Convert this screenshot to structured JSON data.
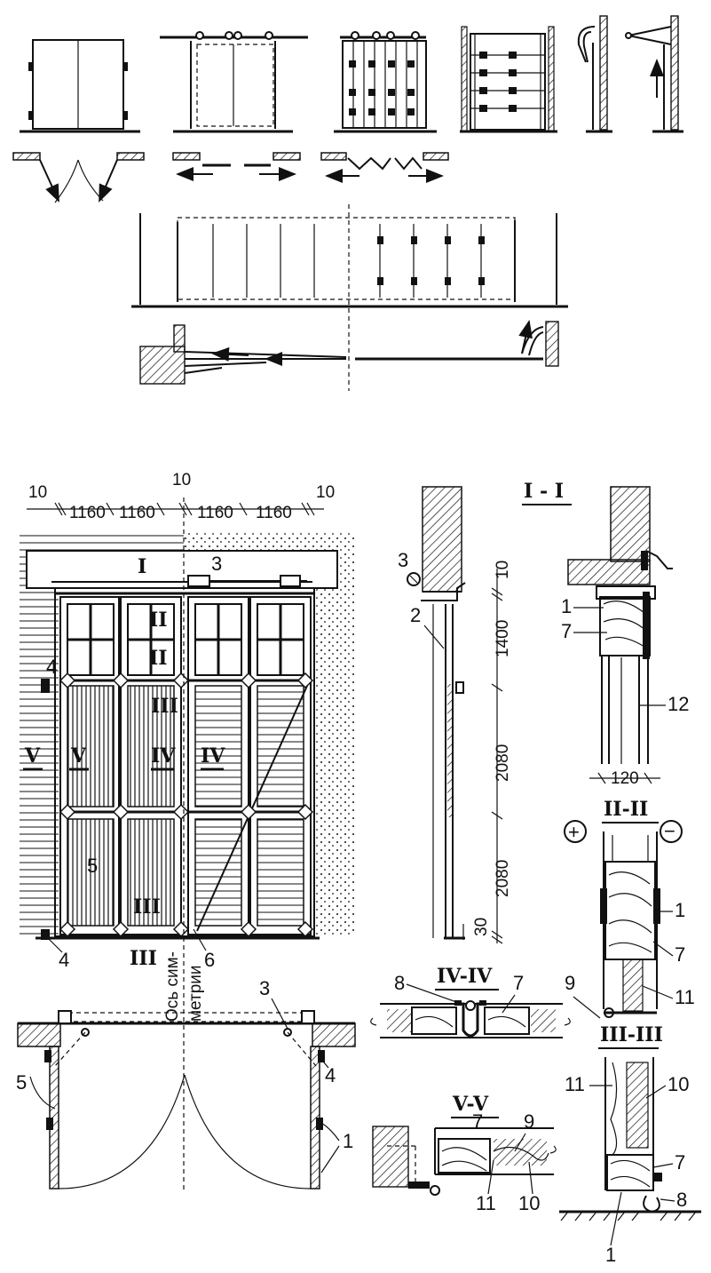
{
  "dimensions_top": {
    "gap_left": "10",
    "leaf1": "1160",
    "leaf2": "1160",
    "gap_mid": "10",
    "leaf3": "1160",
    "leaf4": "1160",
    "gap_right": "10"
  },
  "dimensions_vertical": {
    "top": "10",
    "upper": "1400",
    "middle": "2080",
    "lower": "2080",
    "bottom": "30"
  },
  "dimension_frame_width": "120",
  "sections": {
    "s1": "I - I",
    "s1_marker": "I",
    "s2": "II-II",
    "s2_marker": "II",
    "s3": "III-III",
    "s3_marker": "III",
    "s4": "IV-IV",
    "s4_marker": "IV",
    "s5": "V-V",
    "s5_marker": "V"
  },
  "axis_label_line1": "Ось сим-",
  "axis_label_line2": "метрии",
  "sign_plus": "+",
  "sign_minus": "−",
  "callouts": {
    "n1": "1",
    "n2": "2",
    "n3": "3",
    "n4": "4",
    "n5": "5",
    "n6": "6",
    "n7": "7",
    "n8": "8",
    "n9": "9",
    "n10": "10",
    "n11": "11",
    "n12": "12"
  }
}
